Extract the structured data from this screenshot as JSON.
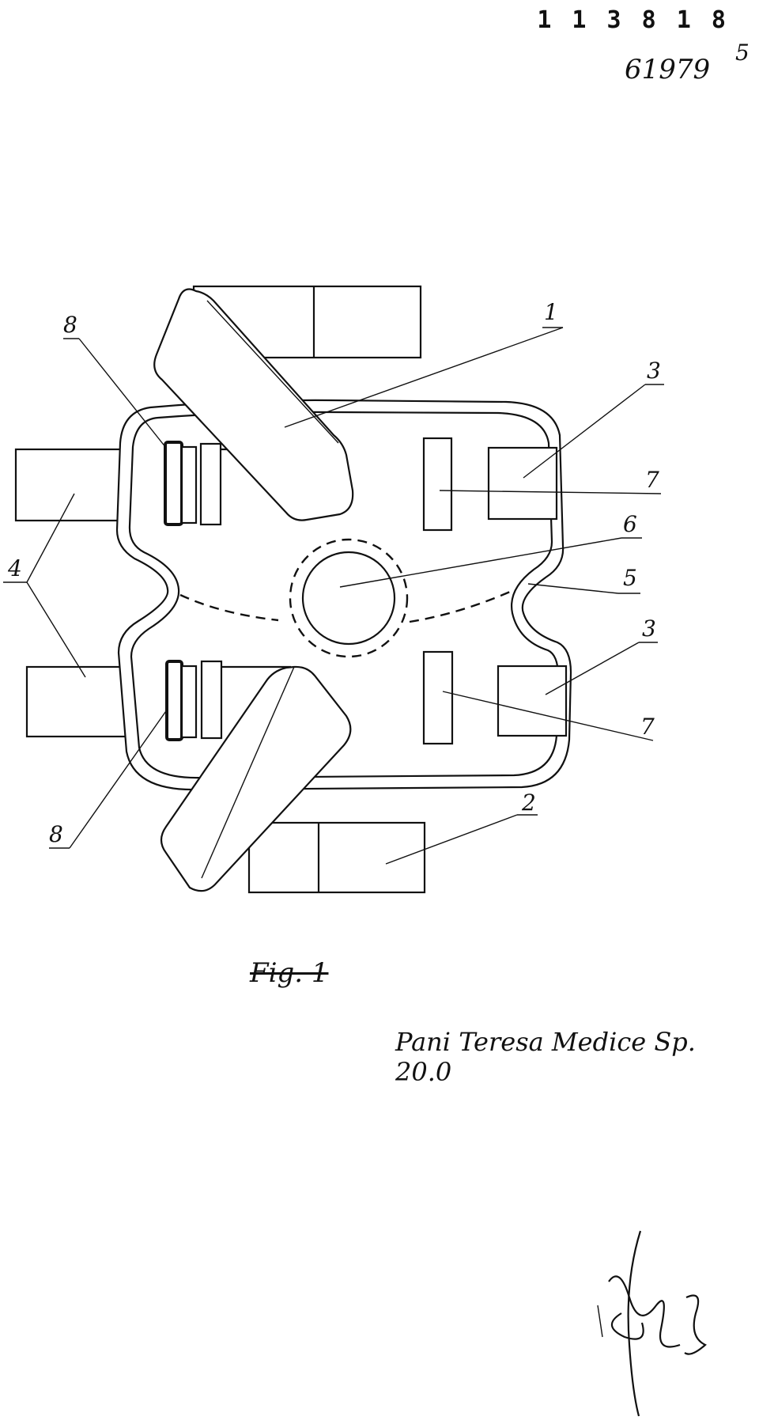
{
  "header": {
    "doc_number": "1 1 3 8 1 8",
    "reference": "61979",
    "sheet": "5"
  },
  "figure": {
    "caption": "Fig. 1",
    "applicant_note": "Pani Teresa Medice Sp. 20.0",
    "labels": {
      "l1": "1",
      "l2": "2",
      "l3a": "3",
      "l3b": "3",
      "l4": "4",
      "l5": "5",
      "l6": "6",
      "l7a": "7",
      "l7b": "7",
      "l8a": "8",
      "l8b": "8"
    }
  },
  "signature": {
    "icon": "handwritten-signature-icon"
  }
}
